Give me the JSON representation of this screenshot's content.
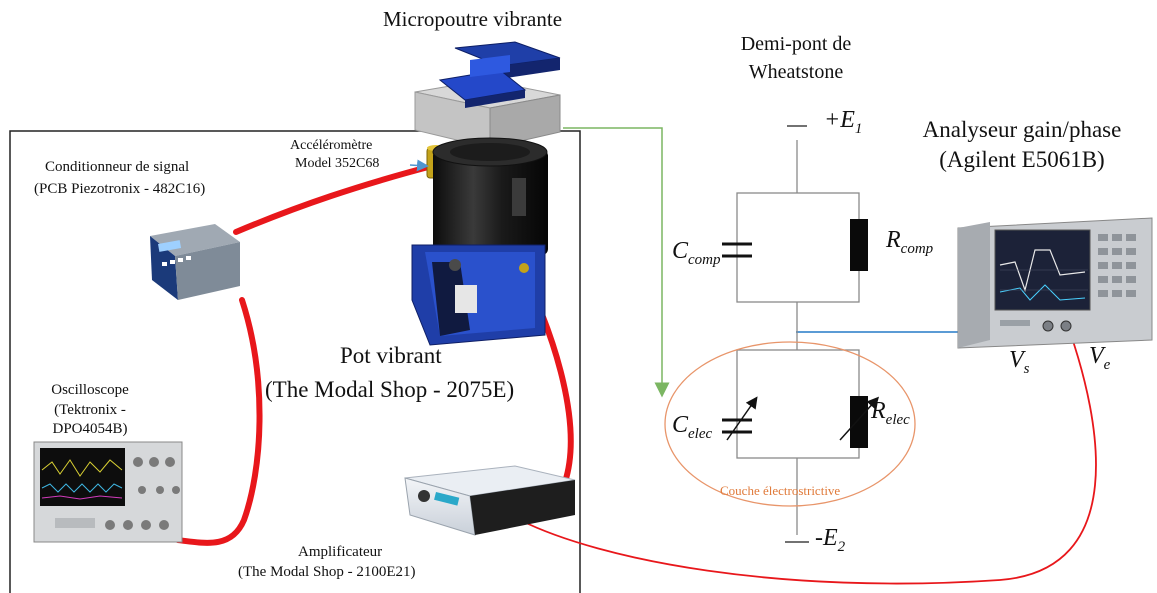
{
  "labels": {
    "micropoutre": "Micropoutre vibrante",
    "demipont_1": "Demi-pont de",
    "demipont_2": "Wheatstone",
    "analyseur_1": "Analyseur gain/phase",
    "analyseur_2": "(Agilent E5061B)",
    "accelerometre_1": "Accéléromètre",
    "accelerometre_2": "Model 352C68",
    "conditionneur_1": "Conditionneur de signal",
    "conditionneur_2": "(PCB Piezotronix - 482C16)",
    "pot_1": "Pot vibrant",
    "pot_2": "(The Modal Shop - 2075E)",
    "oscillo_1": "Oscilloscope",
    "oscillo_2": "(Tektronix -",
    "oscillo_3": "DPO4054B)",
    "ampli_1": "Amplificateur",
    "ampli_2": "(The Modal Shop - 2100E21)",
    "couche": "Couche électrostrictive"
  },
  "symbols": {
    "E1_sign": "+E",
    "E1_sub": "1",
    "E2_sign": "-E",
    "E2_sub": "2",
    "Ccomp": "C",
    "Ccomp_sub": "comp",
    "Rcomp": "R",
    "Rcomp_sub": "comp",
    "Celec": "C",
    "Celec_sub": "elec",
    "Relec": "R",
    "Relec_sub": "elec",
    "Vs": "V",
    "Vs_sub": "s",
    "Ve": "V",
    "Ve_sub": "e"
  },
  "colors": {
    "cable_red": "#e8171b",
    "wire_green": "#7bb662",
    "wire_blue": "#5b9bd5",
    "ellipse_orange": "#e8956a",
    "arrow_blue": "#4f95d0"
  }
}
